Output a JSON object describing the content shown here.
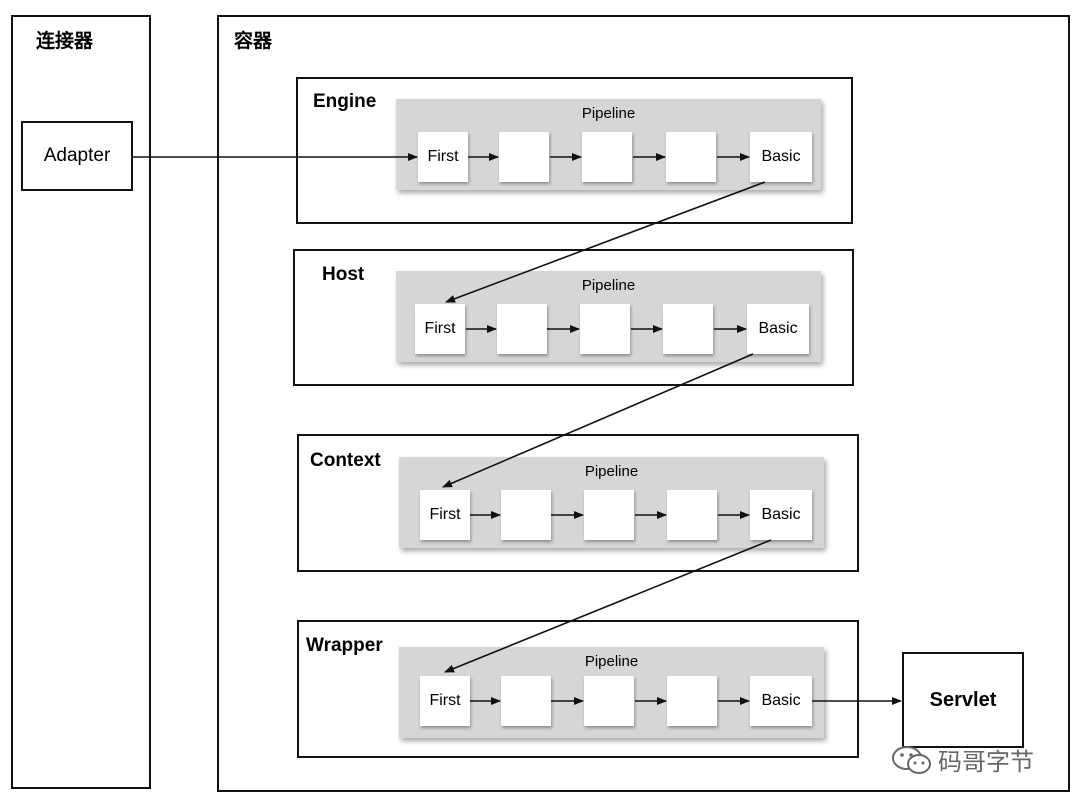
{
  "connector": {
    "title": "连接器",
    "adapter_label": "Adapter"
  },
  "container": {
    "title": "容器",
    "sections": [
      {
        "name": "Engine",
        "pipeline_label": "Pipeline",
        "first_label": "First",
        "basic_label": "Basic"
      },
      {
        "name": "Host",
        "pipeline_label": "Pipeline",
        "first_label": "First",
        "basic_label": "Basic"
      },
      {
        "name": "Context",
        "pipeline_label": "Pipeline",
        "first_label": "First",
        "basic_label": "Basic"
      },
      {
        "name": "Wrapper",
        "pipeline_label": "Pipeline",
        "first_label": "First",
        "basic_label": "Basic"
      }
    ]
  },
  "servlet_label": "Servlet",
  "watermark": {
    "text": "码哥字节",
    "icon": "wechat-icon"
  },
  "colors": {
    "pipeline_bg": "#d6d6d6",
    "line": "#111111",
    "watermark": "#666666"
  }
}
